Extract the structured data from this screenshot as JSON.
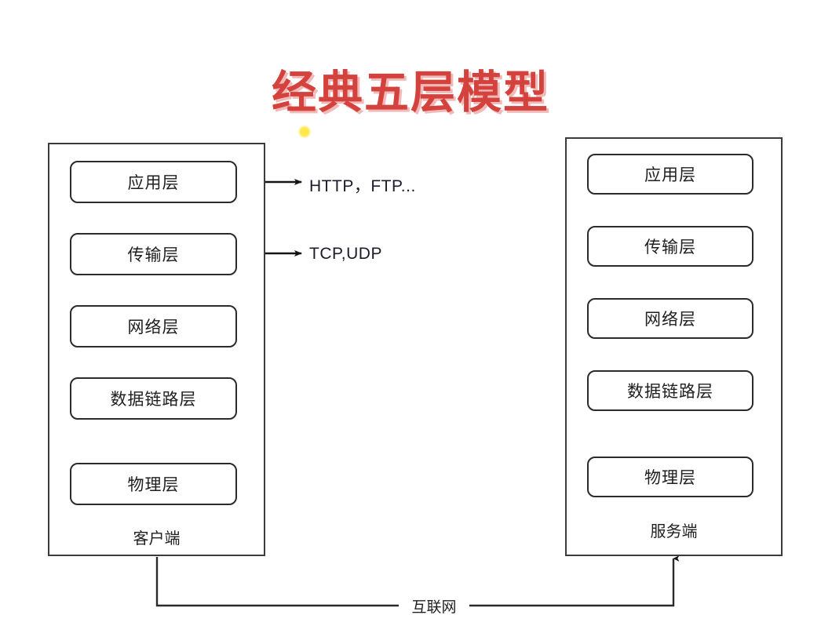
{
  "title": "经典五层模型",
  "accent_color": "#d4423e",
  "line_color": "#2b2b2b",
  "dot_color": "#ffe84a",
  "client": {
    "caption": "客户端",
    "flow_direction": "downward",
    "layers": [
      {
        "label": "应用层"
      },
      {
        "label": "传输层"
      },
      {
        "label": "网络层"
      },
      {
        "label": "数据链路层"
      },
      {
        "label": "物理层"
      }
    ]
  },
  "server": {
    "caption": "服务端",
    "flow_direction": "upward",
    "layers": [
      {
        "label": "应用层"
      },
      {
        "label": "传输层"
      },
      {
        "label": "网络层"
      },
      {
        "label": "数据链路层"
      },
      {
        "label": "物理层"
      }
    ]
  },
  "protocols": [
    {
      "label": "HTTP，FTP...",
      "from_layer": "应用层"
    },
    {
      "label": "TCP,UDP",
      "from_layer": "传输层"
    }
  ],
  "network_link": {
    "label": "互联网",
    "from": "客户端",
    "to": "服务端"
  }
}
